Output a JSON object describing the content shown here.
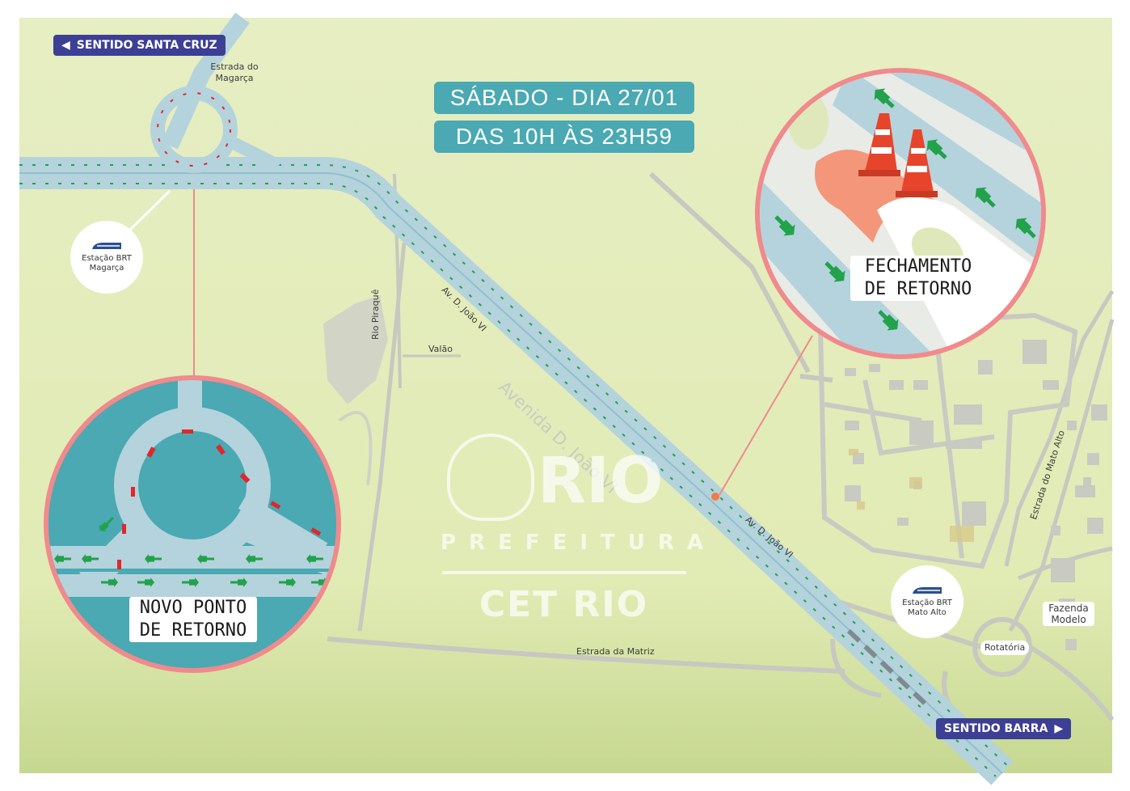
{
  "title": {
    "date_line": "SÁBADO - DIA 27/01",
    "time_line": "DAS 10H ÀS 23H59"
  },
  "directions": {
    "west": "SENTIDO SANTA CRUZ",
    "east": "SENTIDO BARRA"
  },
  "streets": {
    "magarca": "Estrada do Magarça",
    "avenue_1": "Av. D. João VI",
    "avenue_main": "Avenida D. João VI",
    "avenue_2": "Av. D. João VI",
    "piraque": "Rio Piraquê",
    "valao": "Valão",
    "matriz": "Estrada da Matriz",
    "mato_alto": "Estrada do Mato Alto",
    "rotatoria": "Rotatória",
    "fazenda": "Fazenda Modelo"
  },
  "stations": {
    "magarca": "Estação BRT Magarça",
    "mato_alto": "Estação BRT Mato Alto"
  },
  "callouts": {
    "new_return": "NOVO  PONTO DE RETORNO",
    "closure": "FECHAMENTO DE RETORNO"
  },
  "watermark": {
    "brand": "RIO",
    "sub": "PREFEITURA",
    "agency": "CET RIO"
  },
  "colors": {
    "land": "#e3ecb5",
    "road": "#b5d3dc",
    "teal": "#4aa9b2",
    "ring": "#f08a8c",
    "arrow_green": "#21a24b",
    "arrow_red": "#e2262b",
    "banner": "#4aa9b2",
    "direction": "#3d3f94"
  }
}
